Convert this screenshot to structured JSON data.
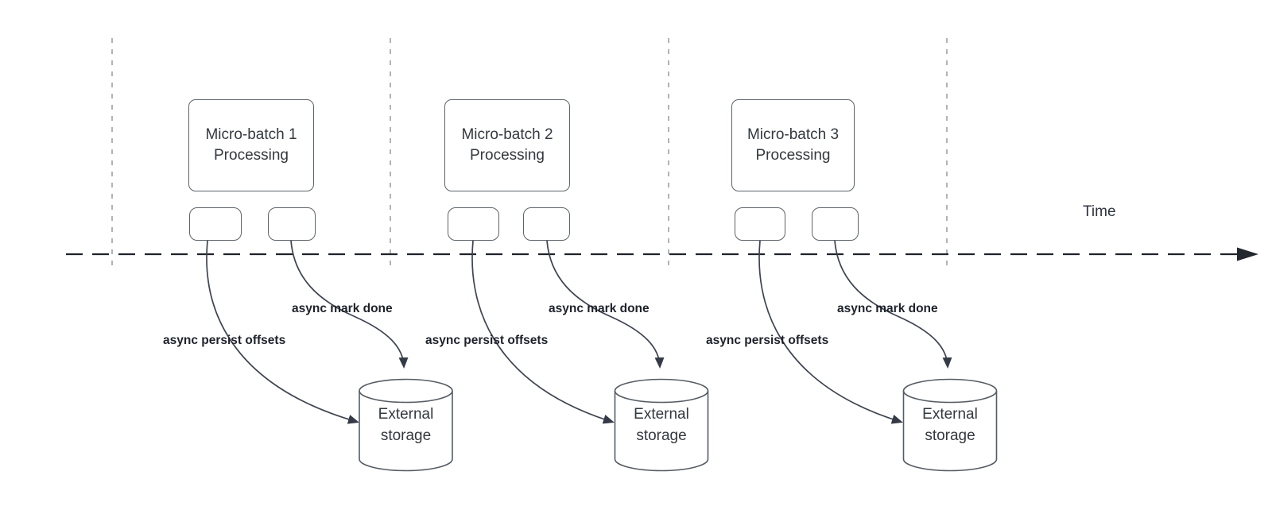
{
  "diagram": {
    "time_label": "Time",
    "colors": {
      "timeline": "#1f2329",
      "guide": "#b0b4b8",
      "stroke": "#3e4450",
      "shape_border": "#5c6369",
      "bold_label": "#1d222b",
      "text": "#33393f"
    },
    "batches": [
      {
        "title_line1": "Micro-batch 1",
        "title_line2": "Processing",
        "persist_label": "async persist offsets",
        "done_label": "async mark done",
        "storage_line1": "External",
        "storage_line2": "storage"
      },
      {
        "title_line1": "Micro-batch 2",
        "title_line2": "Processing",
        "persist_label": "async persist offsets",
        "done_label": "async mark done",
        "storage_line1": "External",
        "storage_line2": "storage"
      },
      {
        "title_line1": "Micro-batch 3",
        "title_line2": "Processing",
        "persist_label": "async persist offsets",
        "done_label": "async mark done",
        "storage_line1": "External",
        "storage_line2": "storage"
      }
    ]
  }
}
